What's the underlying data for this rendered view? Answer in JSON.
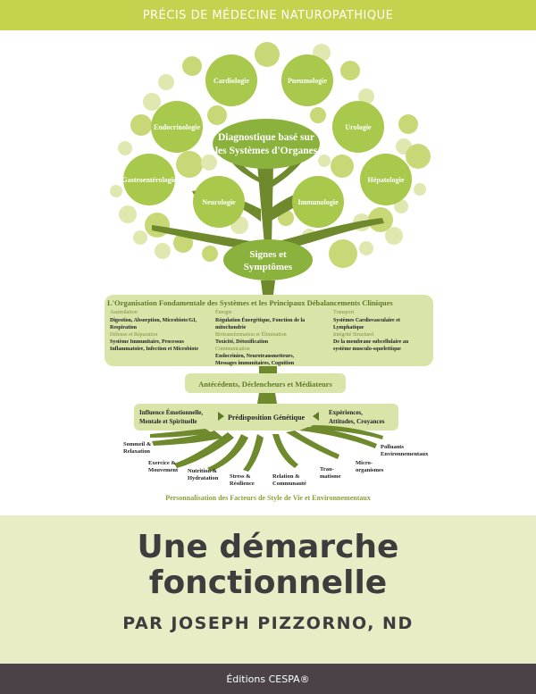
{
  "header": {
    "series": "PRÉCIS DE MÉDECINE NATUROPATHIQUE"
  },
  "tree": {
    "organs": {
      "cardiologie": "Cardiologie",
      "pneumologie": "Pneumologie",
      "endocrinologie": "Endocrinologie",
      "urologie": "Urologie",
      "gastroenterologie": "Gastroentérologie",
      "hepatologie": "Hépatologie",
      "neurologie": "Neurologie",
      "immunologie": "Immunologie"
    },
    "diagnostic": {
      "line1": "Diagnostique basé sur",
      "line2": "les Systèmes d'Organes"
    },
    "signs": {
      "line1": "Signes et",
      "line2": "Symptômes"
    },
    "colors": {
      "organ": "#a9c94d",
      "light": "#d6e09b",
      "green": "#8bb23c",
      "trunk": "#6f8a2c",
      "box": "#d8e4a8"
    }
  },
  "organisation": {
    "title": "L'Organisation Fondamentale des Systèmes et les Principaux Débalancements Cliniques",
    "col1": {
      "h1": "Assimilation",
      "t1a": "Digestion, Absorption, Microbiote/GI,",
      "t1b": "Respiration",
      "h2": "Défense et Réparation",
      "t2a": "Système Immunitaire, Processus",
      "t2b": "Inflammatoire, Infection et Microbiote"
    },
    "col2": {
      "h1": "Énergie",
      "t1a": "Régulation Énergétique, Fonction de la",
      "t1b": "mitochondrie",
      "h2": "Biotransformation et Élimination",
      "t2a": "Toxicité, Détoxification",
      "h3": "Communication",
      "t3a": "Endocrinien, Neurotransmetteurs,",
      "t3b": "Messages immunitaires, Cognition"
    },
    "col3": {
      "h1": "Transport",
      "t1a": "Systèmes Cardiovasculaire et",
      "t1b": "Lymphatique",
      "h2": "Intégrité Structurel",
      "t2a": "De la membrane subcellulaire au",
      "t2b": "système musculo-squelettique"
    }
  },
  "antecedents": "Antécédents, Déclencheurs et Médiateurs",
  "influences": {
    "left1": "Influence Émotionnelle,",
    "left2": "Mentale et Spirituelle",
    "center": "Prédisposition Génétique",
    "right1": "Expériences,",
    "right2": "Attitudes, Croyances"
  },
  "roots": {
    "sommeil1": "Sommeil &",
    "sommeil2": "Relaxation",
    "exercice1": "Exercice &",
    "exercice2": "Mouvement",
    "nutrition1": "Nutrition &",
    "nutrition2": "Hydratation",
    "stress1": "Stress &",
    "stress2": "Résilience",
    "relation1": "Relation &",
    "relation2": "Communauté",
    "trauma1": "Trau-",
    "trauma2": "matisme",
    "micro1": "Micro-",
    "micro2": "organismes",
    "polluants1": "Polluants",
    "polluants2": "Environnementaux"
  },
  "personnalisation": "Personnalisation des Facteurs de Style de Vie et Environnementaux",
  "book": {
    "title_line1": "Une démarche",
    "title_line2": "fonctionnelle",
    "author": "PAR JOSEPH PIZZORNO, ND"
  },
  "footer": {
    "publisher": "Éditions CESPA®"
  }
}
